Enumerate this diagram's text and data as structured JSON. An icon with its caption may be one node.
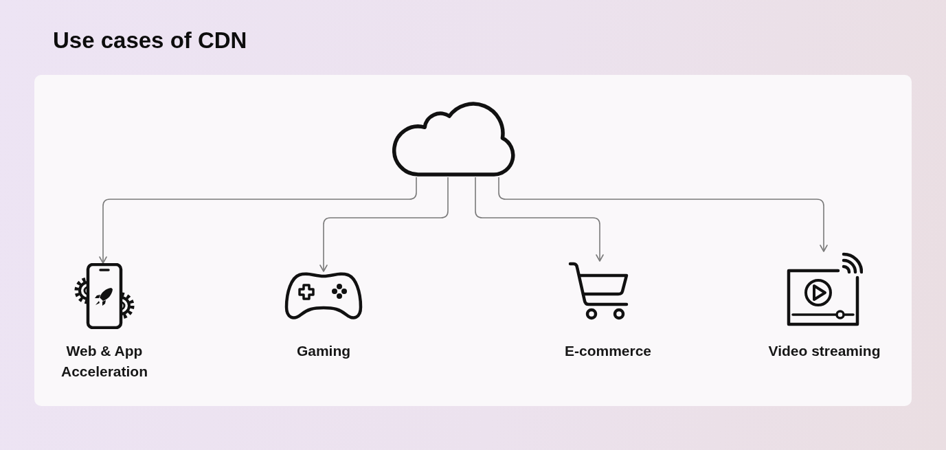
{
  "diagram": {
    "title": "Use cases of CDN",
    "nodes": [
      {
        "text": [],
        "shape": "cloud"
      },
      {
        "text": [],
        "shape": "picture",
        "beside": [
          "Web & App Acceleration"
        ]
      },
      {
        "text": [],
        "shape": "picture",
        "beside": [
          "Gaming"
        ]
      },
      {
        "text": [],
        "shape": "picture",
        "beside": [
          "E-commerce"
        ]
      },
      {
        "text": [],
        "shape": "picture",
        "beside": [
          "Video streaming"
        ]
      }
    ],
    "edges": [
      {
        "from": 0,
        "to": 1,
        "arrow": "to"
      },
      {
        "from": 0,
        "to": 2,
        "arrow": "to"
      },
      {
        "from": 0,
        "to": 3,
        "arrow": "to"
      },
      {
        "from": 0,
        "to": 4,
        "arrow": "to"
      }
    ]
  }
}
